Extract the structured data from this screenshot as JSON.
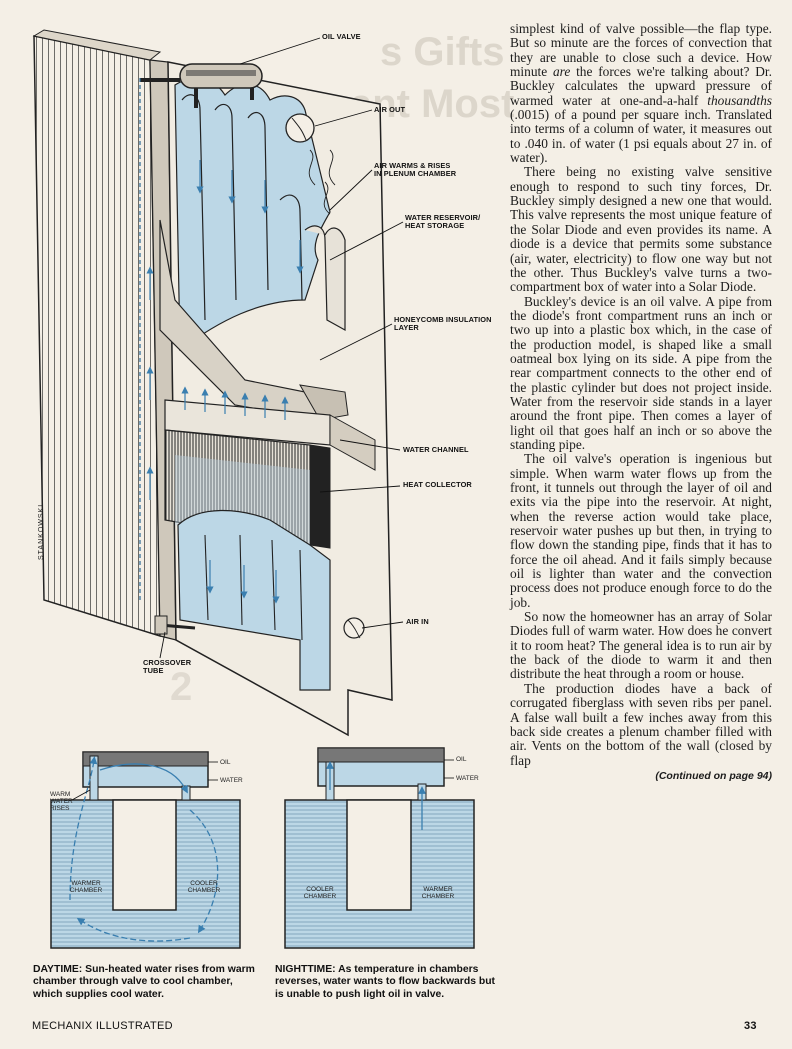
{
  "magazine": "MECHANIX ILLUSTRATED",
  "page_number": "33",
  "illustrator_signature": "STANKOWSKI",
  "diagram_labels": {
    "oil_valve": "OIL VALVE",
    "air_out": "AIR OUT",
    "air_warms": "AIR WARMS & RISES IN PLENUM CHAMBER",
    "water_reservoir": "WATER RESERVOIR/ HEAT STORAGE",
    "honeycomb": "HONEYCOMB INSULATION LAYER",
    "water_channel": "WATER CHANNEL",
    "heat_collector": "HEAT COLLECTOR",
    "air_in": "AIR IN",
    "crossover_tube": "CROSSOVER TUBE"
  },
  "day_diagram": {
    "oil": "OIL",
    "water": "WATER",
    "warm_water_rises": "WARM WATER RISES",
    "warmer_chamber": "WARMER CHAMBER",
    "cooler_chamber": "COOLER CHAMBER"
  },
  "night_diagram": {
    "oil": "OIL",
    "water": "WATER",
    "cooler_chamber": "COOLER CHAMBER",
    "warmer_chamber": "WARMER CHAMBER"
  },
  "captions": {
    "daytime_lead": "DAYTIME:",
    "daytime_text": " Sun-heated water rises from warm chamber through valve to cool chamber, which supplies cool water.",
    "nighttime_lead": "NIGHTTIME:",
    "nighttime_text": " As temperature in chambers reverses, water wants to flow backwards but is unable to push light oil in valve."
  },
  "article": {
    "p1_a": "simplest kind of valve possible—the flap type. But so minute are the forces of convection that they are unable to close such a device. How minute ",
    "p1_are": "are",
    "p1_b": " the forces we're talking about? Dr. Buckley calculates the upward pressure of warmed water at one-and-a-half ",
    "p1_thousandths": "thousandths",
    "p1_c": " (.0015) of a pound per square inch. Translated into terms of a column of water, it measures out to .040 in. of water (1 psi equals about 27 in. of water).",
    "p2": "There being no existing valve sensitive enough to respond to such tiny forces, Dr. Buckley simply designed a new one that would. This valve represents the most unique feature of the Solar Diode and even provides its name. A diode is a device that permits some substance (air, water, electricity) to flow one way but not the other. Thus Buckley's valve turns a two-compartment box of water into a Solar Diode.",
    "p3": "Buckley's device is an oil valve. A pipe from the diode's front compartment runs an inch or two up into a plastic box which, in the case of the production model, is shaped like a small oatmeal box lying on its side. A pipe from the rear compartment connects to the other end of the plastic cylinder but does not project inside. Water from the reservoir side stands in a layer around the front pipe. Then comes a layer of light oil that goes half an inch or so above the standing pipe.",
    "p4": "The oil valve's operation is ingenious but simple. When warm water flows up from the front, it tunnels out through the layer of oil and exits via the pipe into the reservoir. At night, when the reverse action would take place, reservoir water pushes up but then, in trying to flow down the standing pipe, finds that it has to force the oil ahead. And it fails simply because oil is lighter than water and the convection process does not produce enough force to do the job.",
    "p5": "So now the homeowner has an array of Solar Diodes full of warm water. How does he convert it to room heat? The general idea is to run air by the back of the diode to warm it and then distribute the heat through a room or house.",
    "p6": "The production diodes have a back of corrugated fiberglass with seven ribs per panel. A false wall built a few inches away from this back side creates a plenum chamber filled with air. Vents on the bottom of the wall (closed by flap",
    "continued": "(Continued on page 94)"
  }
}
